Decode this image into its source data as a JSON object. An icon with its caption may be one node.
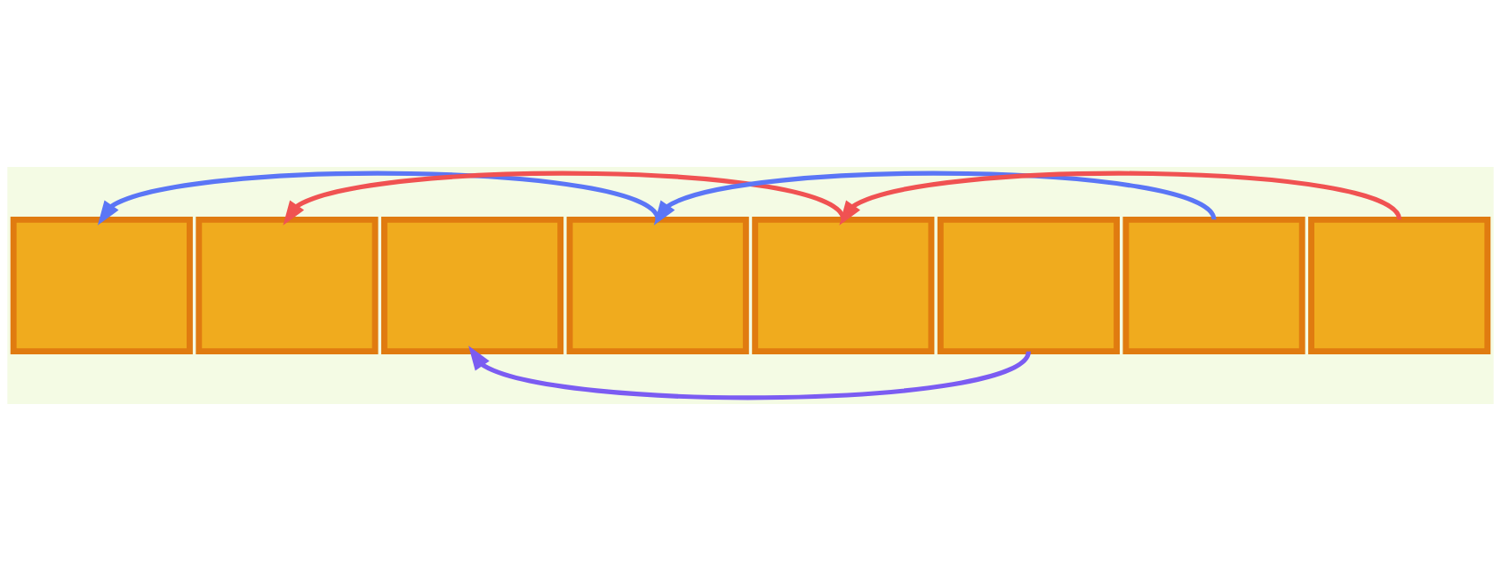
{
  "diagram": {
    "nodes": [
      {
        "text": [],
        "shape": "box"
      },
      {
        "text": [],
        "shape": "box"
      },
      {
        "text": [],
        "shape": "box"
      },
      {
        "text": [],
        "shape": "box"
      },
      {
        "text": [],
        "shape": "box"
      },
      {
        "text": [],
        "shape": "box"
      },
      {
        "text": [],
        "shape": "box"
      },
      {
        "text": [],
        "shape": "box"
      }
    ],
    "edges": [
      {
        "from": 3,
        "to": 0,
        "arrow": "to",
        "color": "#5b76f6"
      },
      {
        "from": 4,
        "to": 1,
        "arrow": "to",
        "color": "#f05252"
      },
      {
        "from": 6,
        "to": 3,
        "arrow": "to",
        "color": "#5b76f6"
      },
      {
        "from": 7,
        "to": 4,
        "arrow": "to",
        "color": "#f05252"
      },
      {
        "from": 5,
        "to": 2,
        "arrow": "to",
        "color": "#7b5cf2"
      }
    ]
  }
}
